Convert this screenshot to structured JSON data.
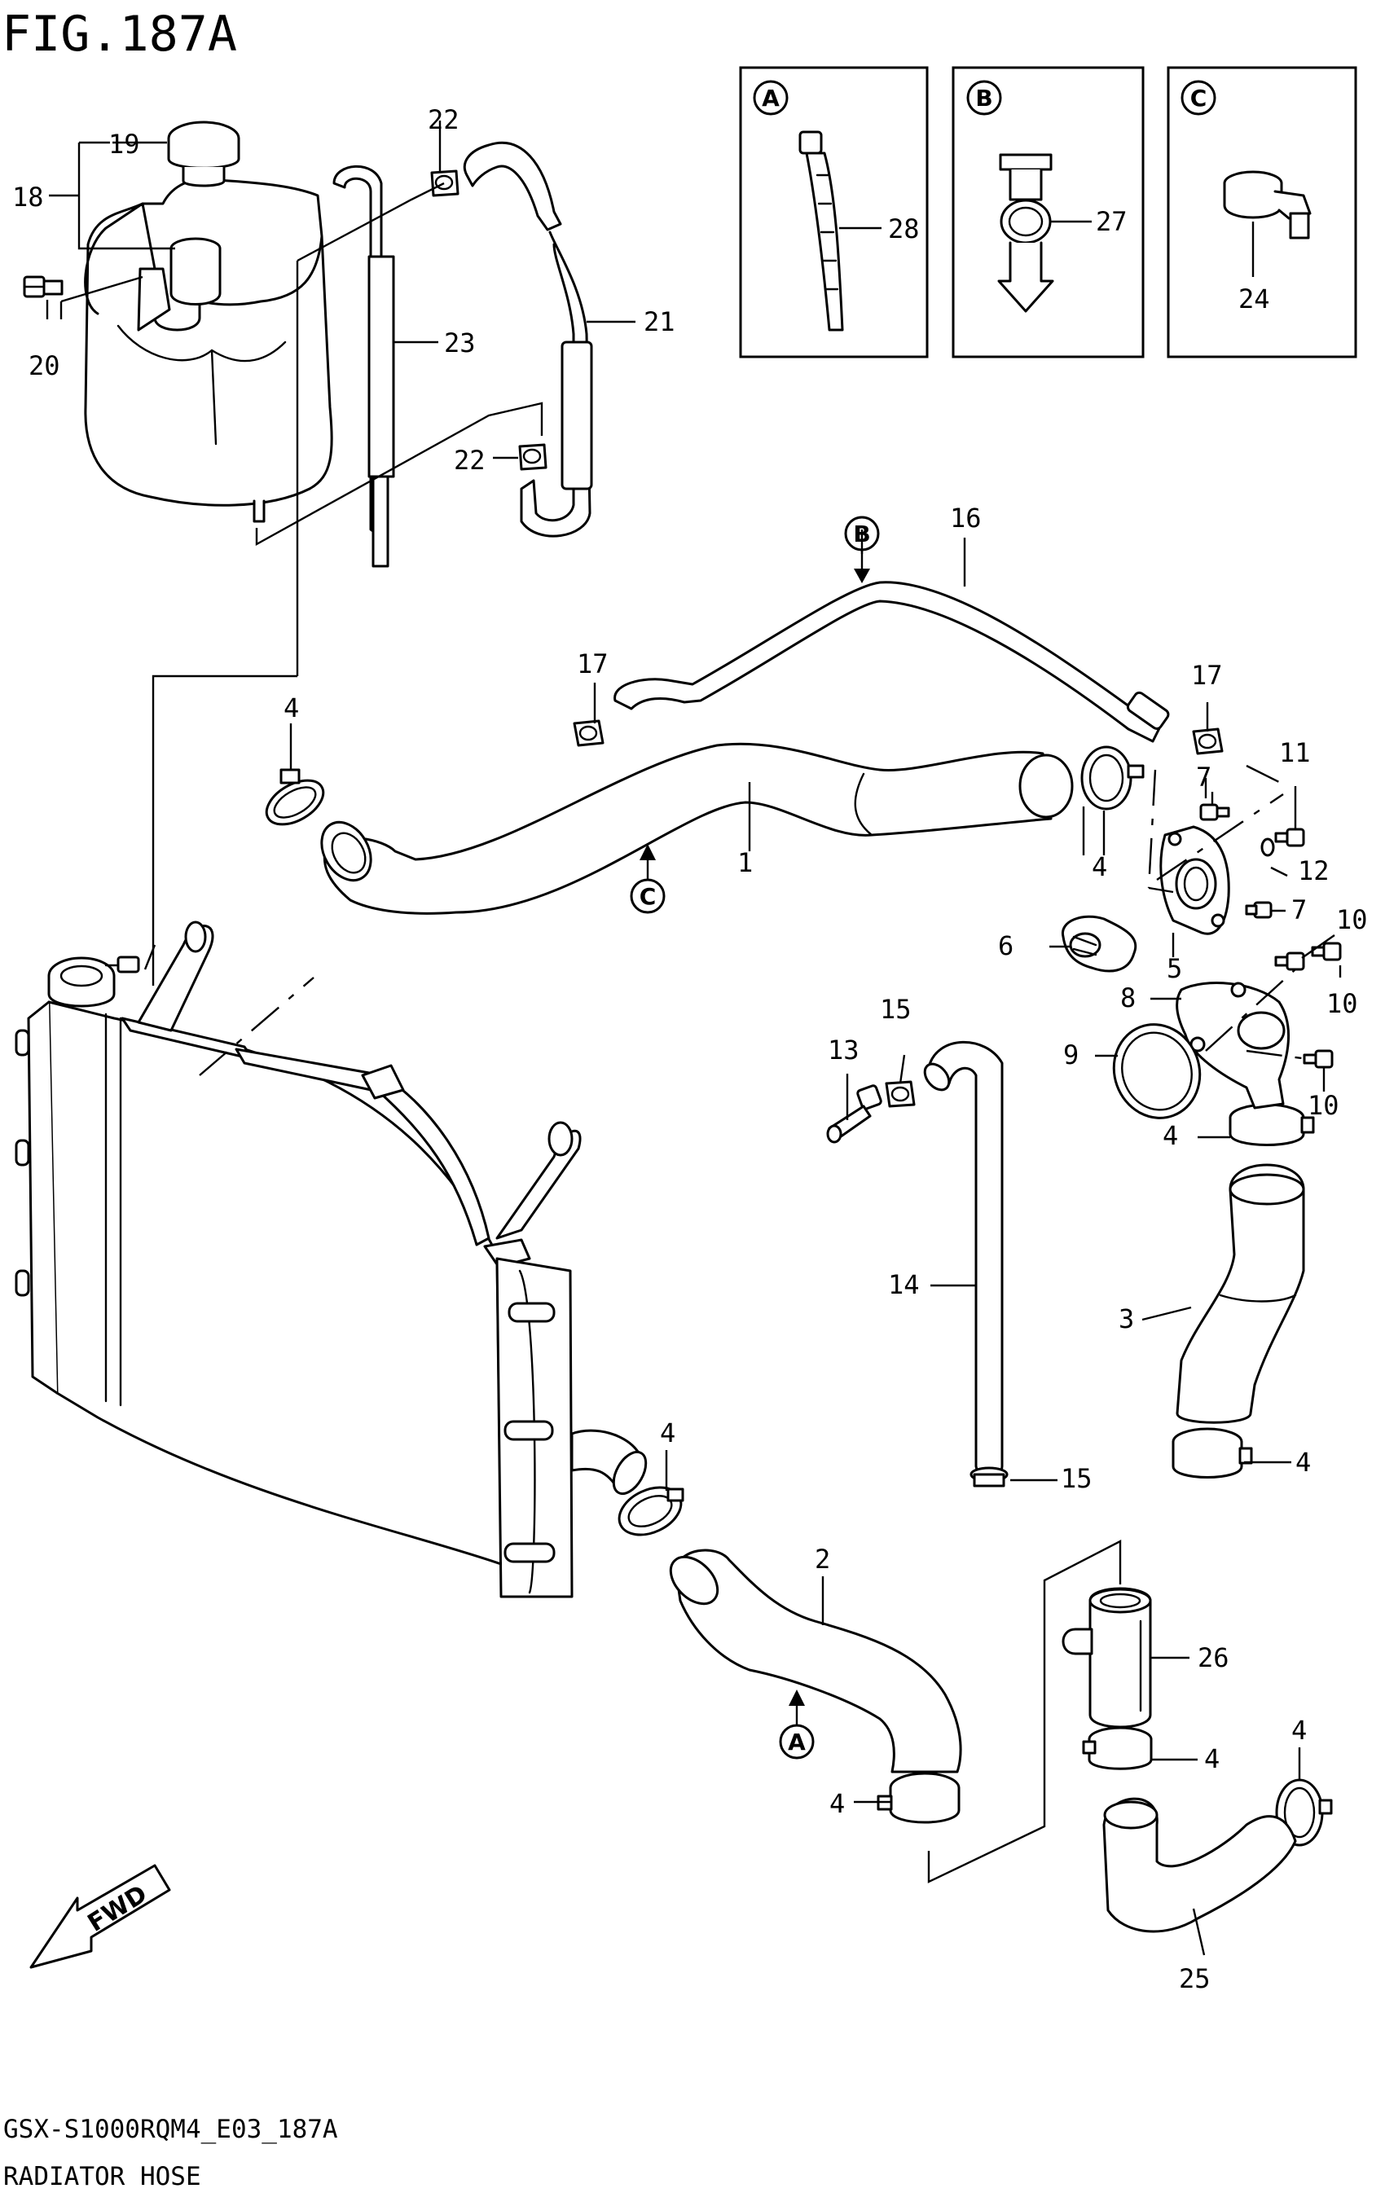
{
  "figure": {
    "title": "FIG.187A"
  },
  "footer": {
    "model_code": "GSX-S1000RQM4_E03_187A",
    "section_name": "RADIATOR HOSE"
  },
  "detail_boxes": {
    "A": {
      "letter": "A",
      "part_number": "28"
    },
    "B": {
      "letter": "B",
      "part_number": "27"
    },
    "C": {
      "letter": "C",
      "part_number": "24"
    }
  },
  "direction_marks": {
    "a": "A",
    "b": "B",
    "c": "C"
  },
  "fwd_label": "FWD",
  "part_numbers": {
    "p1": "1",
    "p2": "2",
    "p3": "3",
    "p4_radiator_left": "4",
    "p4_thermo_right": "4",
    "p4_hose3_top": "4",
    "p4_hose3_bottom": "4",
    "p4_radiator_bottom": "4",
    "p4_hose2_end": "4",
    "p4_pipe26": "4",
    "p4_hose25": "4",
    "p5": "5",
    "p6": "6",
    "p7_upper": "7",
    "p7_lower": "7",
    "p8": "8",
    "p9": "9",
    "p10_a": "10",
    "p10_b": "10",
    "p10_c": "10",
    "p11": "11",
    "p12": "12",
    "p13": "13",
    "p14": "14",
    "p15_top": "15",
    "p15_bottom": "15",
    "p16": "16",
    "p17_left": "17",
    "p17_right": "17",
    "p18": "18",
    "p19": "19",
    "p20": "20",
    "p21": "21",
    "p22_top": "22",
    "p22_bottom": "22",
    "p23": "23",
    "p25": "25",
    "p26": "26"
  }
}
